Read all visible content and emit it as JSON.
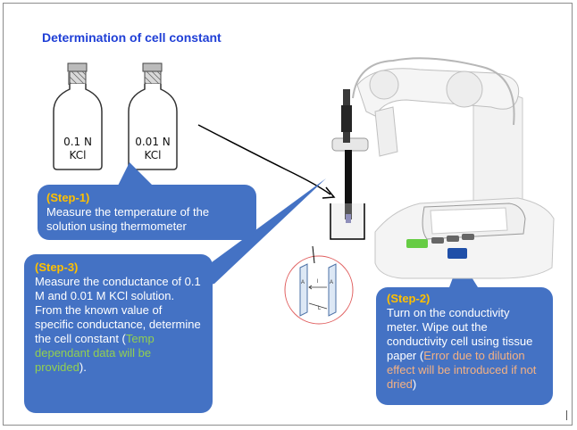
{
  "title": "Determination of cell constant",
  "bottles": [
    {
      "line1": "0.1 N",
      "line2": "KCl"
    },
    {
      "line1": "0.01 N",
      "line2": "KCl"
    }
  ],
  "step1": {
    "heading": "(Step-1)",
    "text": "Measure the temperature of the solution using thermometer"
  },
  "step2": {
    "heading": "(Step-2)",
    "text": "Turn on the conductivity meter. Wipe out the conductivity cell using tissue paper (",
    "highlight": "Error due to dilution effect will be introduced if not dried",
    "end": ")"
  },
  "step3": {
    "heading": "(Step-3)",
    "text": "Measure the conductance of 0.1 M and 0.01 M KCl solution. From the known value of specific conductance, determine the cell constant (",
    "highlight": "Temp dependant data will be provided",
    "end": ")."
  },
  "cell_labels": {
    "a_left": "A",
    "a_right": "A",
    "l": "l",
    "l_bottom": "L"
  },
  "colors": {
    "callout": "#4472c4",
    "step": "#ffc000",
    "green_note": "#92d050",
    "orange_note": "#f4b183",
    "title": "#1f3fd6"
  }
}
